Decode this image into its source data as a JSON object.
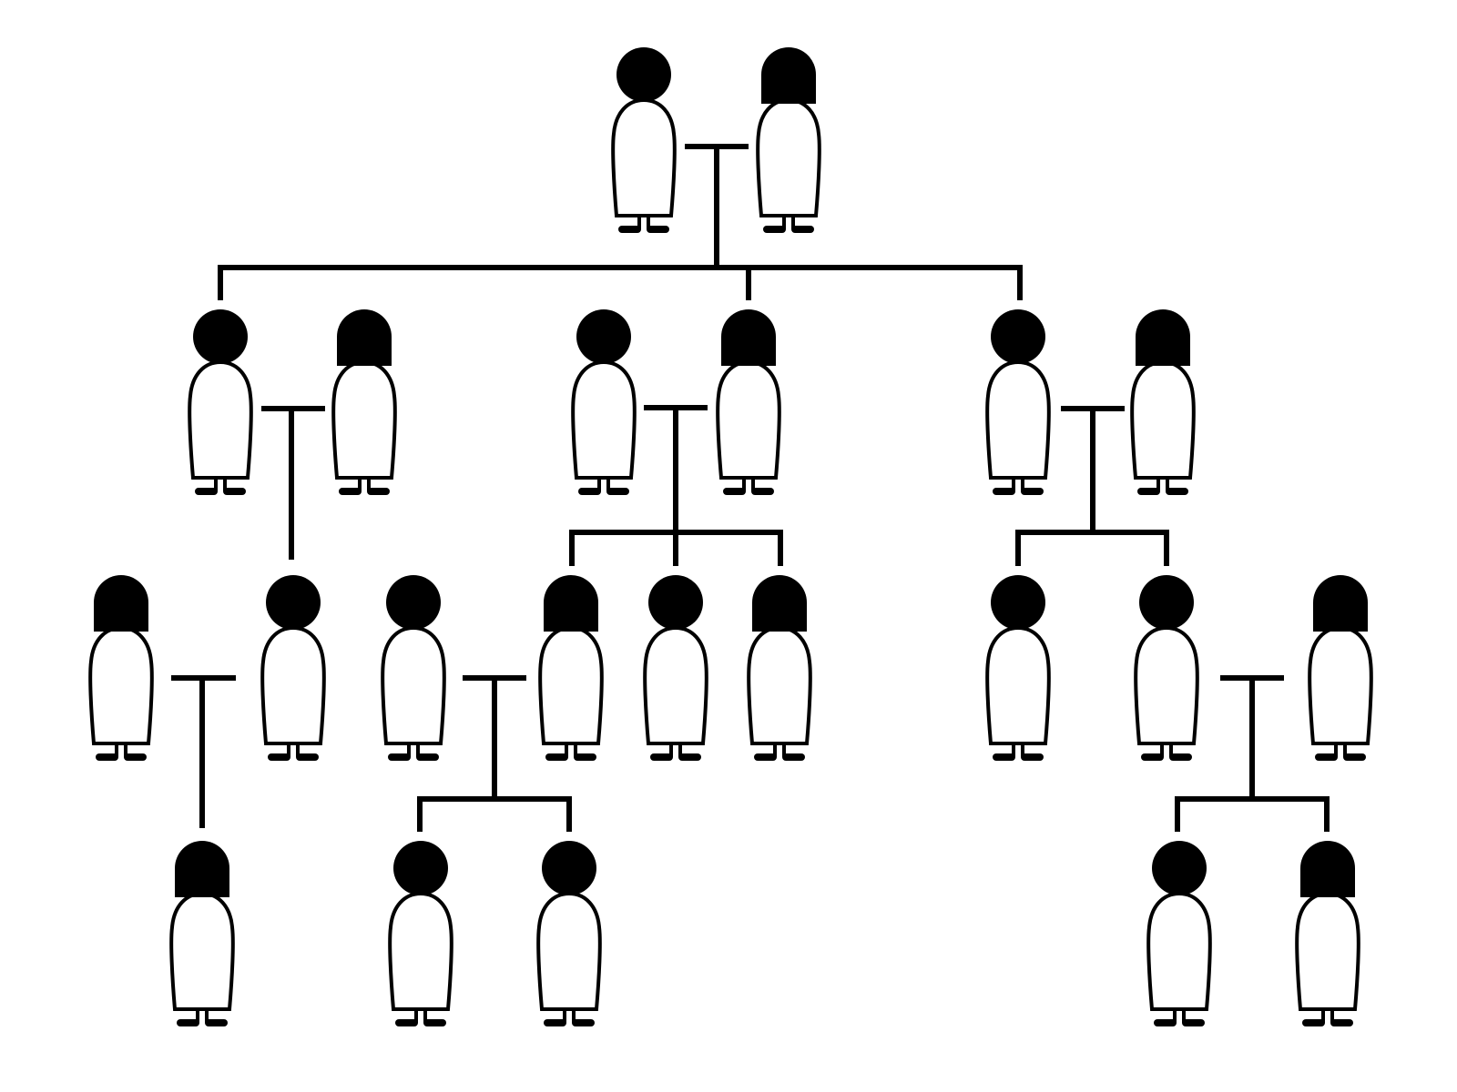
{
  "diagram": {
    "type": "family-tree",
    "colors": {
      "ink": "#000000",
      "body_fill": "#ffffff",
      "background": "#ffffff"
    },
    "shape_key": {
      "round_head": "male",
      "flat_hair_head": "female"
    },
    "people": [
      {
        "id": "g1-m",
        "generation": 1,
        "sex": "male"
      },
      {
        "id": "g1-f",
        "generation": 1,
        "sex": "female"
      },
      {
        "id": "g2a-m",
        "generation": 2,
        "sex": "male"
      },
      {
        "id": "g2a-f",
        "generation": 2,
        "sex": "female"
      },
      {
        "id": "g2b-m",
        "generation": 2,
        "sex": "male"
      },
      {
        "id": "g2b-f",
        "generation": 2,
        "sex": "female"
      },
      {
        "id": "g2c-m",
        "generation": 2,
        "sex": "male"
      },
      {
        "id": "g2c-f",
        "generation": 2,
        "sex": "female"
      },
      {
        "id": "g3a-f",
        "generation": 3,
        "sex": "female"
      },
      {
        "id": "g3a-m",
        "generation": 3,
        "sex": "male"
      },
      {
        "id": "g3b-m",
        "generation": 3,
        "sex": "male"
      },
      {
        "id": "g3b-f",
        "generation": 3,
        "sex": "female"
      },
      {
        "id": "g3c-m",
        "generation": 3,
        "sex": "male"
      },
      {
        "id": "g3c-f",
        "generation": 3,
        "sex": "female"
      },
      {
        "id": "g3d-m",
        "generation": 3,
        "sex": "male"
      },
      {
        "id": "g3e-m",
        "generation": 3,
        "sex": "male"
      },
      {
        "id": "g3e-f",
        "generation": 3,
        "sex": "female"
      },
      {
        "id": "g4a-f",
        "generation": 4,
        "sex": "female"
      },
      {
        "id": "g4b-m",
        "generation": 4,
        "sex": "male"
      },
      {
        "id": "g4c-m",
        "generation": 4,
        "sex": "male"
      },
      {
        "id": "g4d-m",
        "generation": 4,
        "sex": "male"
      },
      {
        "id": "g4e-f",
        "generation": 4,
        "sex": "female"
      }
    ],
    "couples": [
      {
        "id": "c1",
        "partners": [
          "g1-m",
          "g1-f"
        ],
        "children": [
          "g2a-m",
          "g2b-f",
          "g2c-m"
        ]
      },
      {
        "id": "c2",
        "partners": [
          "g2a-m",
          "g2a-f"
        ],
        "children": [
          "g3a-m"
        ]
      },
      {
        "id": "c3",
        "partners": [
          "g2b-m",
          "g2b-f"
        ],
        "children": [
          "g3b-f",
          "g3c-m",
          "g3c-f"
        ]
      },
      {
        "id": "c4",
        "partners": [
          "g2c-m",
          "g2c-f"
        ],
        "children": [
          "g3d-m",
          "g3e-m"
        ]
      },
      {
        "id": "c5",
        "partners": [
          "g3a-f",
          "g3a-m"
        ],
        "children": [
          "g4a-f"
        ]
      },
      {
        "id": "c6",
        "partners": [
          "g3b-m",
          "g3b-f"
        ],
        "children": [
          "g4b-m",
          "g4c-m"
        ]
      },
      {
        "id": "c7",
        "partners": [
          "g3e-m",
          "g3e-f"
        ],
        "children": [
          "g4d-m",
          "g4e-f"
        ]
      }
    ]
  }
}
